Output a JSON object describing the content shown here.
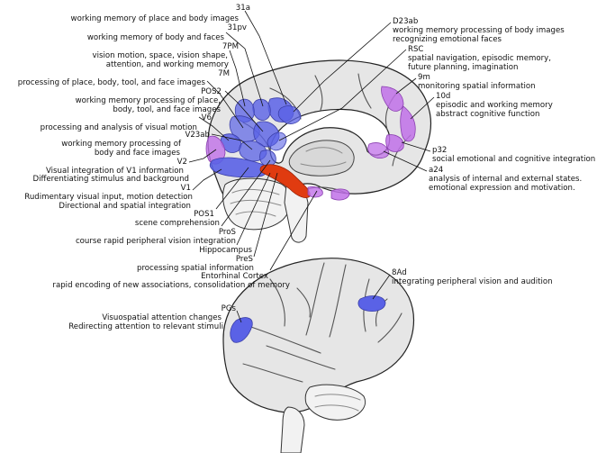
{
  "colors": {
    "blue_region": "#5a62e6",
    "purple_region": "#c070e8",
    "red_region": "#e03b10",
    "brain_fill": "#e6e6e6",
    "outline": "#222222"
  },
  "labels_left": [
    {
      "name": "31a",
      "desc": [
        "working memory of place and body images"
      ]
    },
    {
      "name": "31pv",
      "desc": [
        "working memory of body and faces"
      ]
    },
    {
      "name": "7PM",
      "desc": [
        "vision motion, space, vision shape,",
        "attention, and working memory"
      ]
    },
    {
      "name": "7M",
      "desc": [
        "processing of place, body, tool, and face images"
      ]
    },
    {
      "name": "POS2",
      "desc": [
        "working memory processing of place,",
        "body, tool, and face images"
      ]
    },
    {
      "name": "V6",
      "desc": [
        "processing and analysis of visual motion"
      ]
    },
    {
      "name": "V23ab",
      "desc": [
        "working memory processing of",
        "body and face images"
      ]
    },
    {
      "name": "V2",
      "desc": [
        "Visual integration of V1 information",
        "Differentiating stimulus and background"
      ]
    },
    {
      "name": "V1",
      "desc": [
        "Rudimentary visual input, motion detection",
        "Directional and spatial integration"
      ]
    },
    {
      "name": "POS1",
      "desc": [
        "scene comprehension"
      ]
    },
    {
      "name": "ProS",
      "desc": [
        "course rapid peripheral vision integration"
      ]
    },
    {
      "name": "Hippocampus",
      "desc": []
    },
    {
      "name": "PreS",
      "desc": [
        "processing spatial information"
      ]
    },
    {
      "name": "Entorhinal Cortex",
      "desc": [
        "rapid encoding of new associations, consolidation of memory"
      ]
    }
  ],
  "labels_right": [
    {
      "name": "D23ab",
      "desc": [
        "working memory processing of body images",
        "recognizing emotional faces"
      ]
    },
    {
      "name": "RSC",
      "desc": [
        "spatial navigation, episodic memory,",
        "future planning, imagination"
      ]
    },
    {
      "name": "9m",
      "desc": [
        "monitoring spatial information"
      ]
    },
    {
      "name": "10d",
      "desc": [
        "episodic and working memory",
        "abstract cognitive function"
      ]
    },
    {
      "name": "p32",
      "desc": [
        "social emotional and cognitive integration"
      ]
    },
    {
      "name": "a24",
      "desc": [
        "analysis of internal and external states.",
        "emotional expression and motivation."
      ]
    }
  ],
  "labels_lateral": [
    {
      "name": "8Ad",
      "desc": [
        "integrating peripheral vision and audition"
      ]
    },
    {
      "name": "PGs",
      "desc": [
        "Visuospatial attention changes",
        "Redirecting attention to relevant stimuli"
      ]
    }
  ]
}
